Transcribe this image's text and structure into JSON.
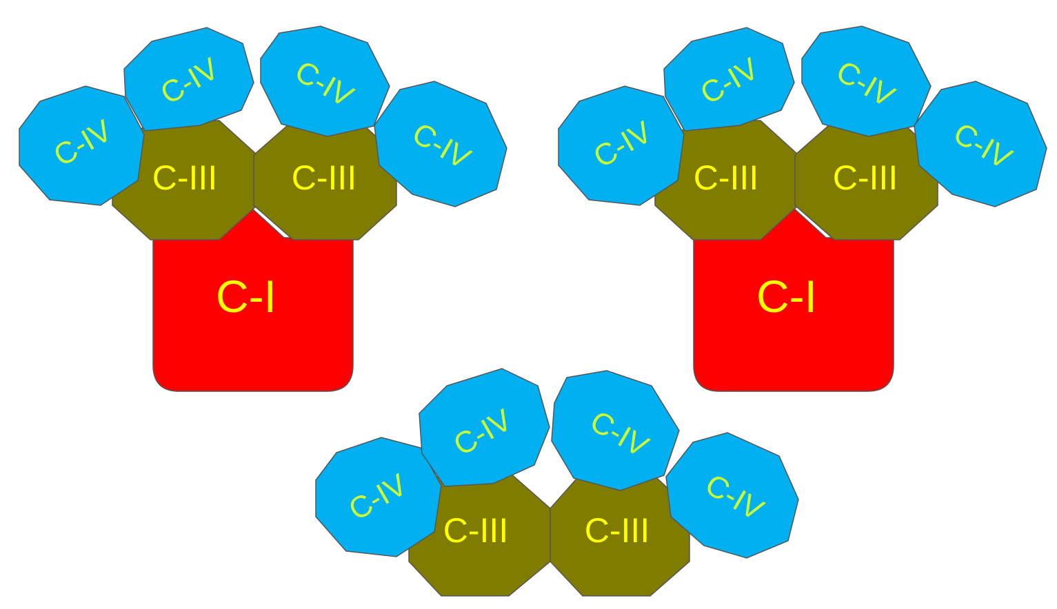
{
  "colors": {
    "complex_i": "#ff0000",
    "complex_iii": "#7f7c00",
    "complex_iv": "#00b0f0",
    "label_i_iii": "#ffff00",
    "label_iv": "#ccff33",
    "outline": "#555555"
  },
  "labels": {
    "complex_i": "C-I",
    "complex_iii": "C-III",
    "complex_iv": "C-IV"
  },
  "supercomplexes": [
    {
      "components": [
        "C-I",
        "C-III",
        "C-III",
        "C-IV",
        "C-IV",
        "C-IV",
        "C-IV"
      ]
    },
    {
      "components": [
        "C-I",
        "C-III",
        "C-III",
        "C-IV",
        "C-IV",
        "C-IV",
        "C-IV"
      ]
    },
    {
      "components": [
        "C-III",
        "C-III",
        "C-IV",
        "C-IV",
        "C-IV",
        "C-IV"
      ]
    }
  ]
}
